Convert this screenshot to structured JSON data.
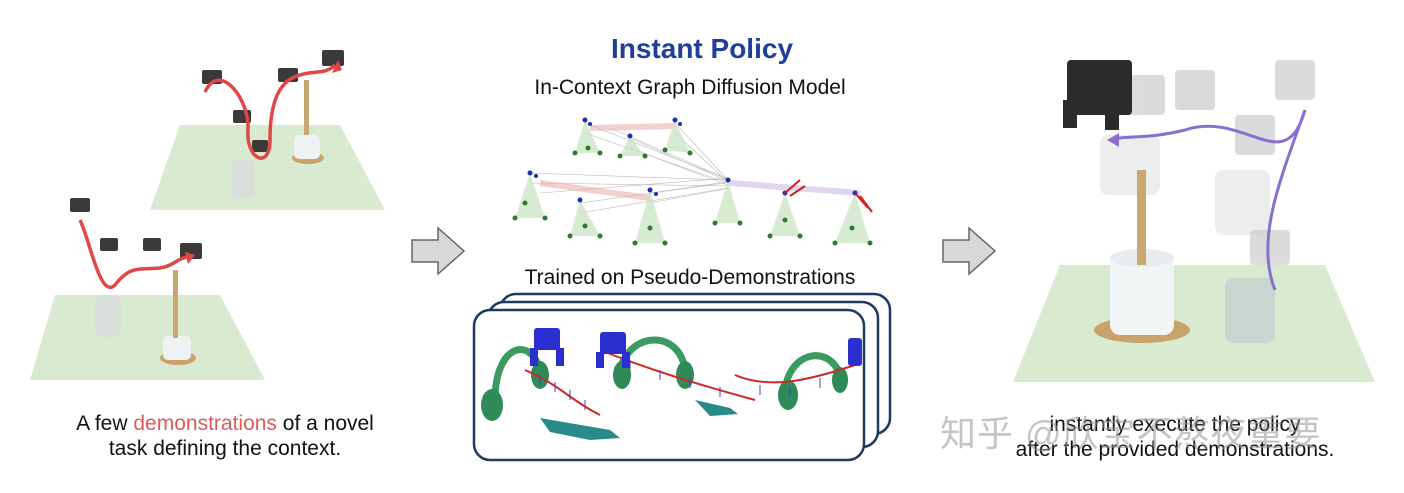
{
  "title": "Instant Policy",
  "model_label": "In-Context Graph Diffusion Model",
  "training_label": "Trained on Pseudo-Demonstrations",
  "left_caption": {
    "part1": "A few ",
    "highlight": "demonstrations",
    "part2": " of a novel",
    "line2": "task defining the context."
  },
  "right_caption": {
    "line1": "instantly execute the policy",
    "line2": "after the provided demonstrations."
  },
  "watermark": "知乎 @欣宝不熬夜重要",
  "colors": {
    "title": "#1f3f9a",
    "highlight": "#e05a5a",
    "table": "#d8ead0",
    "trajectory_demo": "#e04848",
    "trajectory_exec": "#8a6fd0",
    "node_green": "#2f7a2f",
    "node_blue": "#1f2fb0",
    "arrow_gray": "#d8d8d8"
  }
}
